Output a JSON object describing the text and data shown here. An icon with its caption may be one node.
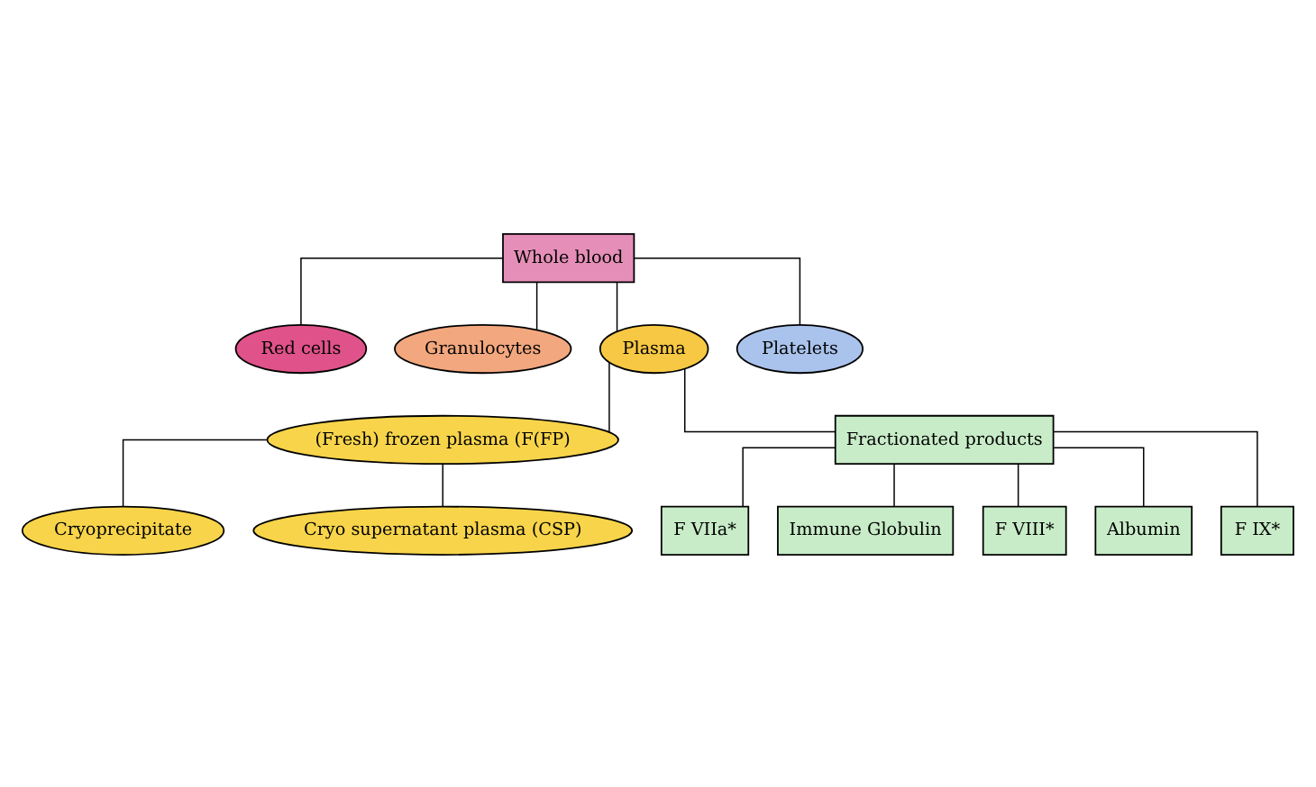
{
  "diagram": {
    "nodes": [
      {
        "text": [
          "Whole blood"
        ]
      },
      {
        "text": [
          "Red cells"
        ]
      },
      {
        "text": [
          "Granulocytes"
        ]
      },
      {
        "text": [
          "Plasma"
        ]
      },
      {
        "text": [
          "Platelets"
        ]
      },
      {
        "text": [
          "(Fresh) frozen plasma (F(FP)"
        ]
      },
      {
        "text": [
          "Fractionated products"
        ]
      },
      {
        "text": [
          "F VIIa*"
        ]
      },
      {
        "text": [
          "Immune Globulin"
        ]
      },
      {
        "text": [
          "F VIII*"
        ]
      },
      {
        "text": [
          "Albumin"
        ]
      },
      {
        "text": [
          "Cryoprecipitate"
        ]
      },
      {
        "text": [
          "Cryo supernatant plasma (CSP)"
        ]
      },
      {
        "text": [
          "F IX*"
        ]
      }
    ],
    "edges": [
      {
        "from": 0,
        "to": 1,
        "arrow": "none"
      },
      {
        "from": 0,
        "to": 2,
        "arrow": "none"
      },
      {
        "from": 0,
        "to": 3,
        "arrow": "none"
      },
      {
        "from": 0,
        "to": 4,
        "arrow": "none"
      },
      {
        "from": 3,
        "to": 5,
        "arrow": "none"
      },
      {
        "from": 3,
        "to": 6,
        "arrow": "none"
      },
      {
        "from": 5,
        "to": 11,
        "arrow": "none"
      },
      {
        "from": 5,
        "to": 12,
        "arrow": "none"
      },
      {
        "from": 6,
        "to": 7,
        "arrow": "none"
      },
      {
        "from": 6,
        "to": 9,
        "arrow": "none"
      },
      {
        "from": 6,
        "to": 13,
        "arrow": "none"
      },
      {
        "from": 6,
        "to": 10,
        "arrow": "none"
      },
      {
        "from": 6,
        "to": 8,
        "arrow": "none"
      }
    ]
  }
}
